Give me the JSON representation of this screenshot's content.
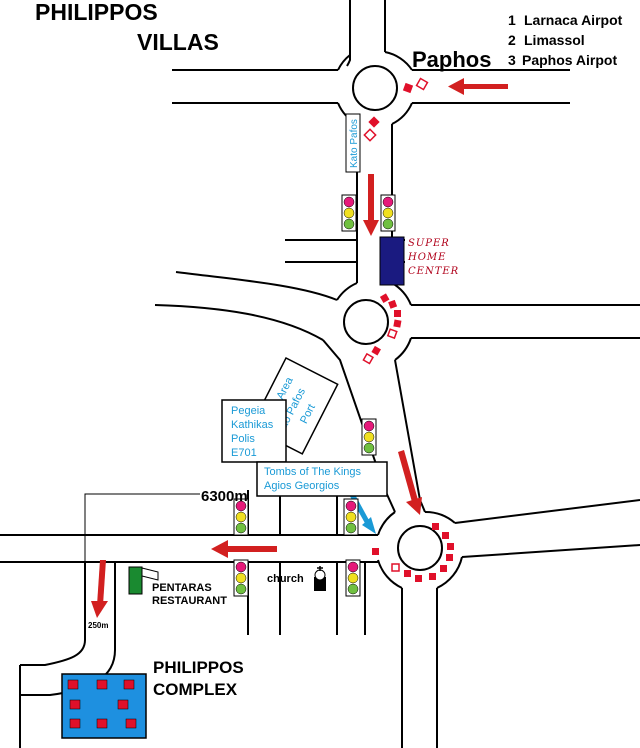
{
  "title": {
    "line1": "PHILIPPOS",
    "line2": "VILLAS"
  },
  "legend": {
    "items": [
      {
        "num": "1",
        "label": "Larnaca Airpot"
      },
      {
        "num": "2",
        "label": "Limassol"
      },
      {
        "num": "3",
        "label": "Paphos Airpot"
      }
    ]
  },
  "labels": {
    "paphos": "Paphos",
    "kato_pafos_sign": "Kato Pafos",
    "super_home_center": [
      "SUPER",
      "HOME",
      "CENTER"
    ],
    "tourist_area": [
      "Tourist Area",
      "Kato Pafos",
      "Port"
    ],
    "pegeia_sign": [
      "Pegeia",
      "Kathikas",
      "Polis",
      "E701"
    ],
    "tombs_sign": [
      "Tombs of The Kings",
      "Agios Georgios"
    ],
    "distance": "6300m",
    "pentaras": [
      "PENTARAS",
      "RESTAURANT"
    ],
    "church": "church",
    "short_distance": "250m",
    "complex": [
      "PHILIPPOS",
      "COMPLEX"
    ]
  },
  "colors": {
    "arrow_red": "#d22020",
    "marker_red": "#e0102a",
    "sign_blue": "#1a9ad6",
    "store_navy": "#1a1a80",
    "complex_blue": "#1e90e0",
    "restaurant_green": "#1a8a30",
    "light_red": "#e6197a",
    "light_yellow": "#f0e020",
    "light_green": "#70c040"
  }
}
